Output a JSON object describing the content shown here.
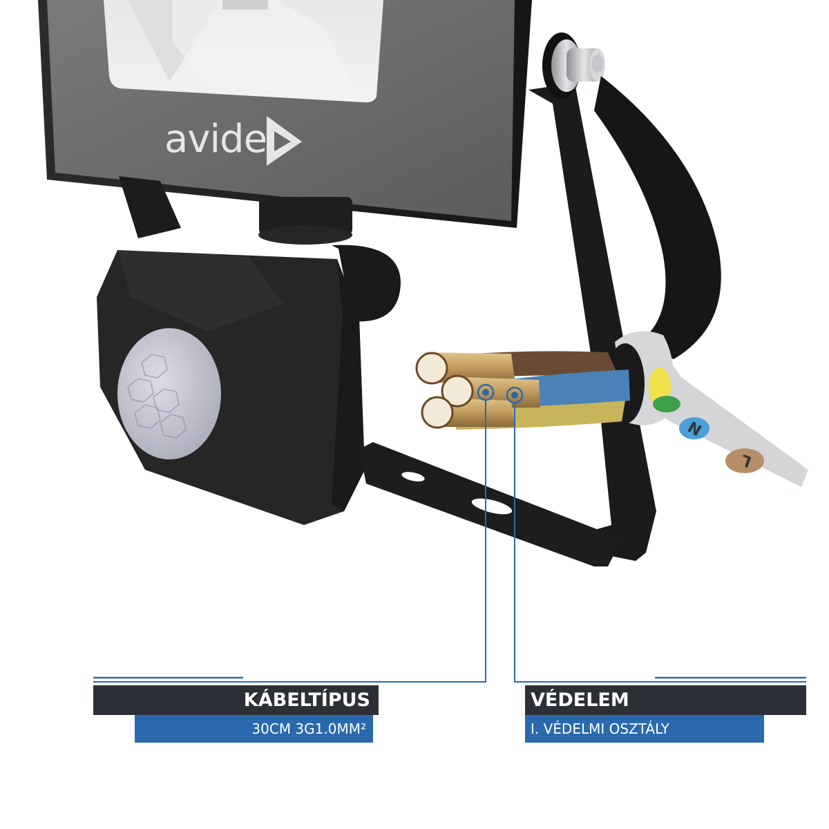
{
  "product": {
    "brand_logo_text": "avide",
    "wire_tag_labels": [
      "N",
      "L"
    ]
  },
  "specs": [
    {
      "title": "KÁBELTÍPUS",
      "value": "30CM 3G1.0MM²"
    },
    {
      "title": "VÉDELEM",
      "value": "I. VÉDELMI OSZTÁLY"
    }
  ],
  "colors": {
    "caption_dark": "#2c2f36",
    "caption_blue": "#2a69ad",
    "pointer_line": "#2a69ad",
    "housing": "#1e1e1e",
    "wire_brown": "#6a4a32",
    "wire_blue": "#4a82b8",
    "wire_yellow_green": "#c8b45a",
    "copper": "#c9a66b"
  }
}
